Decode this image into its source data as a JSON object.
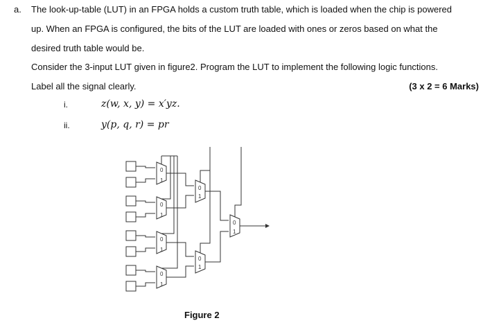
{
  "question": {
    "marker": "a.",
    "lines": [
      "The look-up-table (LUT) in an FPGA holds a custom truth table, which is loaded when the chip is powered",
      "up. When an FPGA is configured, the bits of the LUT are loaded with ones or zeros based on what the",
      "desired truth table would be.",
      "Consider the 3-input LUT given in figure2.  Program the LUT to implement the following logic functions.",
      "Label all the signal clearly."
    ],
    "marks": "(3 x 2 = 6 Marks)"
  },
  "functions": [
    {
      "label": "i.",
      "expr": "z(w, x, y) = x′yz."
    },
    {
      "label": "ii.",
      "expr": "y(p, q, r) = pr"
    }
  ],
  "figure": {
    "caption": "Figure 2",
    "mux_input_labels": [
      "0",
      "1"
    ],
    "memory_cells": 8,
    "mux_count": 7
  }
}
